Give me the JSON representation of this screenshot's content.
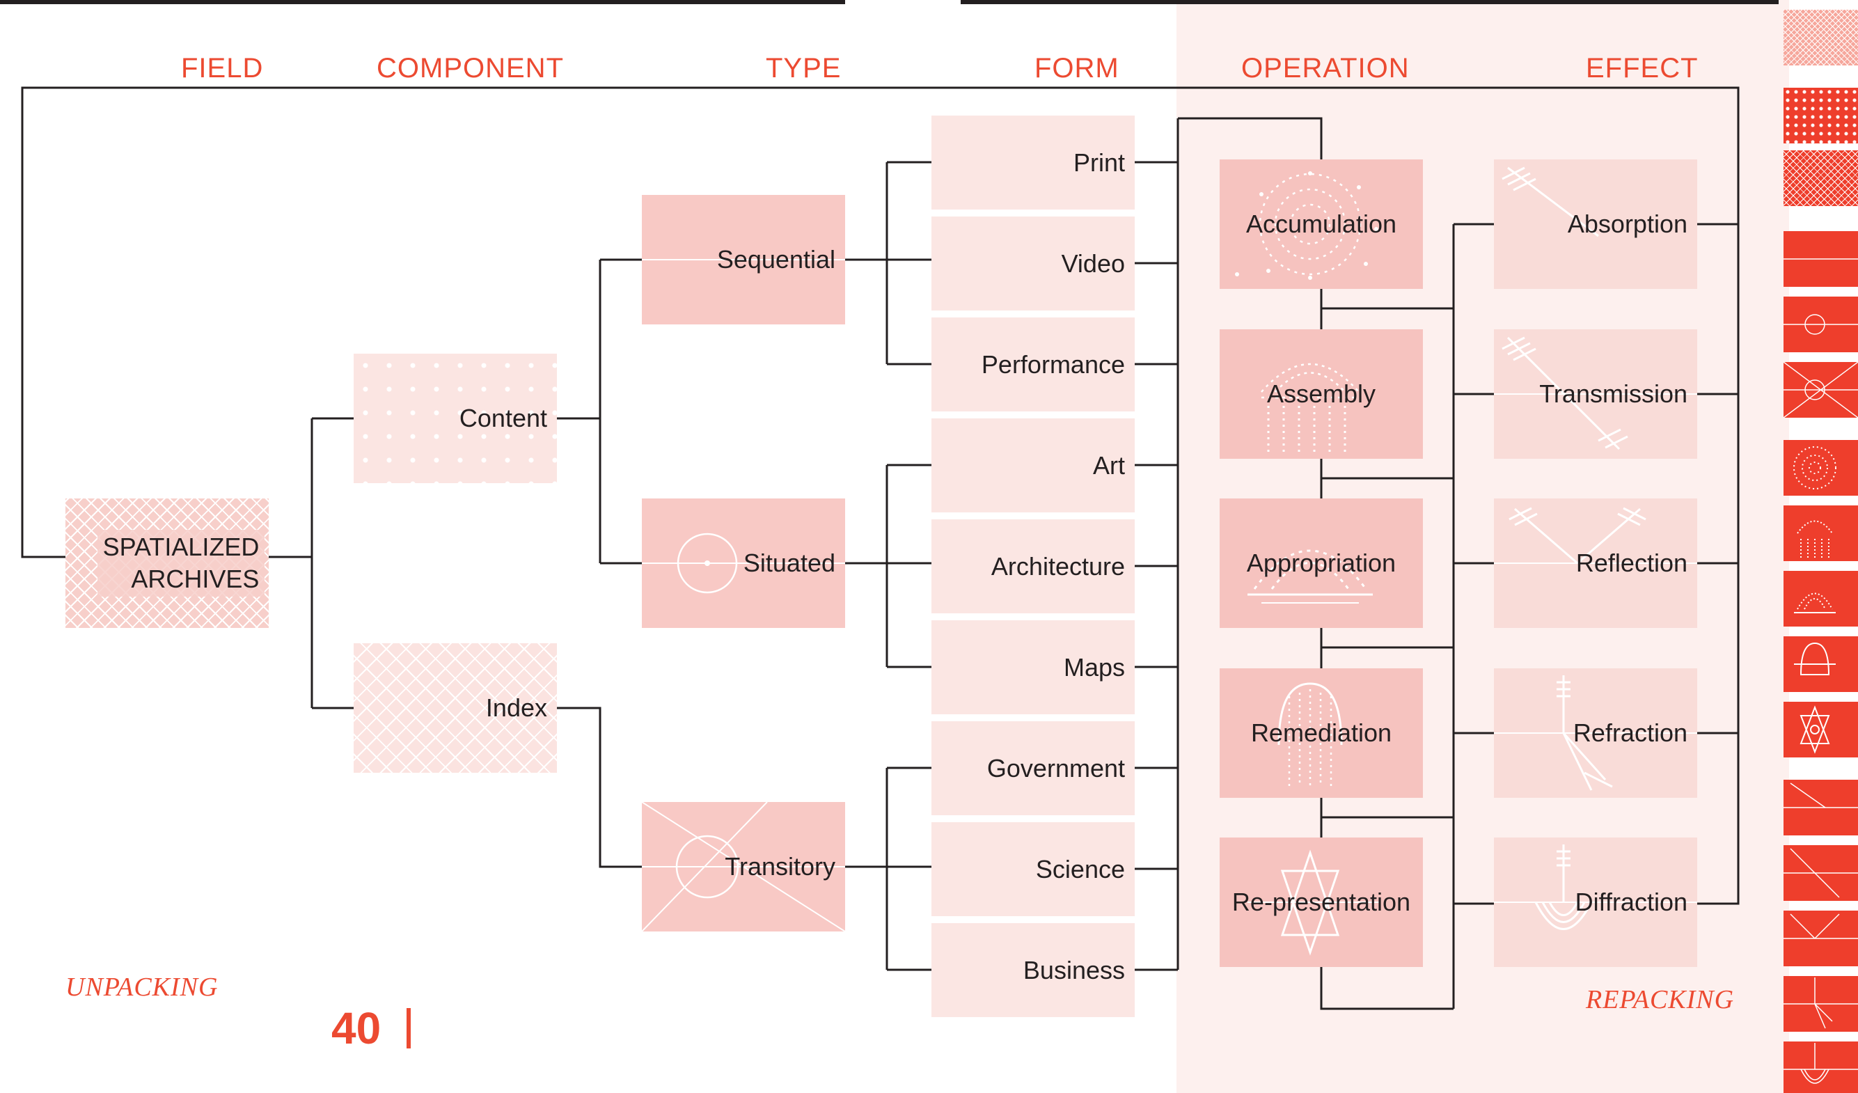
{
  "headers": {
    "field": "FIELD",
    "component": "COMPONENT",
    "type": "TYPE",
    "form": "FORM",
    "operation": "OPERATION",
    "effect": "EFFECT"
  },
  "root": {
    "line1": "SPATIALIZED",
    "line2": "ARCHIVES"
  },
  "components": [
    "Content",
    "Index"
  ],
  "types": [
    "Sequential",
    "Situated",
    "Transitory"
  ],
  "forms": [
    "Print",
    "Video",
    "Performance",
    "Art",
    "Architecture",
    "Maps",
    "Government",
    "Science",
    "Business"
  ],
  "operations": [
    "Accumulation",
    "Assembly",
    "Appropriation",
    "Remediation",
    "Re-presentation"
  ],
  "effects": [
    "Absorption",
    "Transmission",
    "Reflection",
    "Refraction",
    "Diffraction"
  ],
  "labels": {
    "left": "UNPACKING",
    "right": "REPACKING"
  },
  "page": {
    "number": "40"
  },
  "colors": {
    "accent": "#ec4a31",
    "ink": "#231f20",
    "type_fill": "#f8c9c5",
    "form_fill": "#fbe6e3",
    "operation_fill": "#f6c3bf",
    "effect_fill": "#f9dcd8",
    "repacking_bg": "#fdf0ee"
  },
  "icons": {
    "situated": "circle-target-icon",
    "transitory": "crossed-circle-icon",
    "accumulation": "dot-cloud-icon",
    "assembly": "dot-tower-icon",
    "appropriation": "dot-dome-icon",
    "remediation": "dot-bell-icon",
    "re_presentation": "star-hexagram-icon",
    "effects": "ray-diagram-icon"
  }
}
